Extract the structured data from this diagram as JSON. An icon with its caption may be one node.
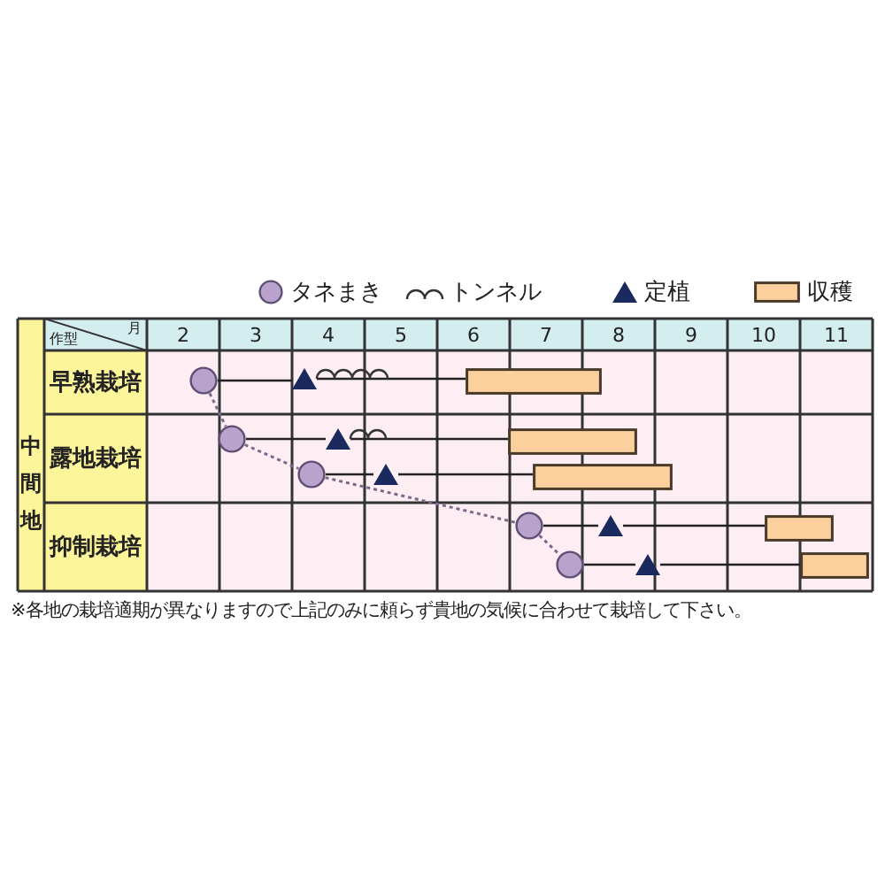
{
  "diagram": {
    "nodes": [
      {
        "text": [],
        "shape": "circle"
      },
      {
        "text": [],
        "shape": "triangle"
      },
      {
        "text": [],
        "shape": "bar"
      },
      {
        "text": [],
        "shape": "circle"
      },
      {
        "text": [],
        "shape": "triangle"
      },
      {
        "text": [],
        "shape": "bar"
      },
      {
        "text": [],
        "shape": "circle"
      },
      {
        "text": [],
        "shape": "triangle"
      },
      {
        "text": [],
        "shape": "bar"
      },
      {
        "text": [],
        "shape": "circle"
      },
      {
        "text": [],
        "shape": "triangle"
      },
      {
        "text": [],
        "shape": "bar"
      },
      {
        "text": [],
        "shape": "circle"
      },
      {
        "text": [],
        "shape": "triangle"
      },
      {
        "text": [],
        "shape": "bar"
      }
    ],
    "edges": [
      {
        "from": 0,
        "to": 1,
        "arrow": "none"
      },
      {
        "from": 1,
        "to": 2,
        "arrow": "none"
      },
      {
        "from": 3,
        "to": 4,
        "arrow": "none"
      },
      {
        "from": 4,
        "to": 5,
        "arrow": "none"
      },
      {
        "from": 6,
        "to": 7,
        "arrow": "none"
      },
      {
        "from": 7,
        "to": 8,
        "arrow": "none"
      },
      {
        "from": 9,
        "to": 10,
        "arrow": "none"
      },
      {
        "from": 10,
        "to": 11,
        "arrow": "none"
      },
      {
        "from": 12,
        "to": 13,
        "arrow": "none"
      },
      {
        "from": 13,
        "to": 14,
        "arrow": "none"
      },
      {
        "from": 0,
        "to": 3,
        "arrow": "none",
        "style": "dashed",
        "color": "#7a6a8a"
      },
      {
        "from": 3,
        "to": 6,
        "arrow": "none",
        "style": "dashed",
        "color": "#7a6a8a"
      },
      {
        "from": 6,
        "to": 9,
        "arrow": "none",
        "style": "dashed",
        "color": "#7a6a8a"
      },
      {
        "from": 9,
        "to": 12,
        "arrow": "none",
        "style": "dashed",
        "color": "#7a6a8a"
      }
    ],
    "labels": [
      "作型",
      "月",
      "2",
      "3",
      "4",
      "5",
      "6",
      "7",
      "8",
      "9",
      "10",
      "11",
      "中間地",
      "早熟栽培",
      "露地栽培",
      "抑制栽培",
      "※各地の栽培適期が異なりますので上記のみに頼らず貴地の気候に合わせて栽培して下さい。"
    ],
    "legend": [
      {
        "text": "タネまき"
      },
      {
        "text": "トンネル"
      },
      {
        "text": "定植"
      },
      {
        "text": "収穫",
        "color": "#fbd09c"
      }
    ]
  }
}
